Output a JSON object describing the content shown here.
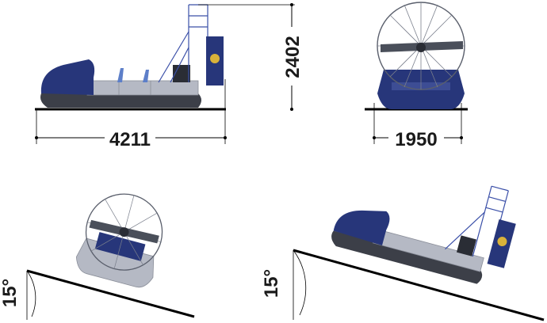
{
  "dimensions": {
    "length": "4211",
    "height": "2402",
    "width": "1950"
  },
  "slopes": {
    "front_view_angle": "15°",
    "side_view_angle": "15°"
  },
  "colors": {
    "hull_blue": "#27367a",
    "hull_dark": "#1c2656",
    "skirt_gray": "#b5b9c4",
    "skirt_dark": "#3c3f48",
    "frame_blue": "#3a4fa8",
    "prop_gray": "#5a5f6c",
    "ground": "#000000",
    "logo_gold": "#d9b23a"
  },
  "icons": {
    "emblem": "eagle-emblem-icon"
  }
}
